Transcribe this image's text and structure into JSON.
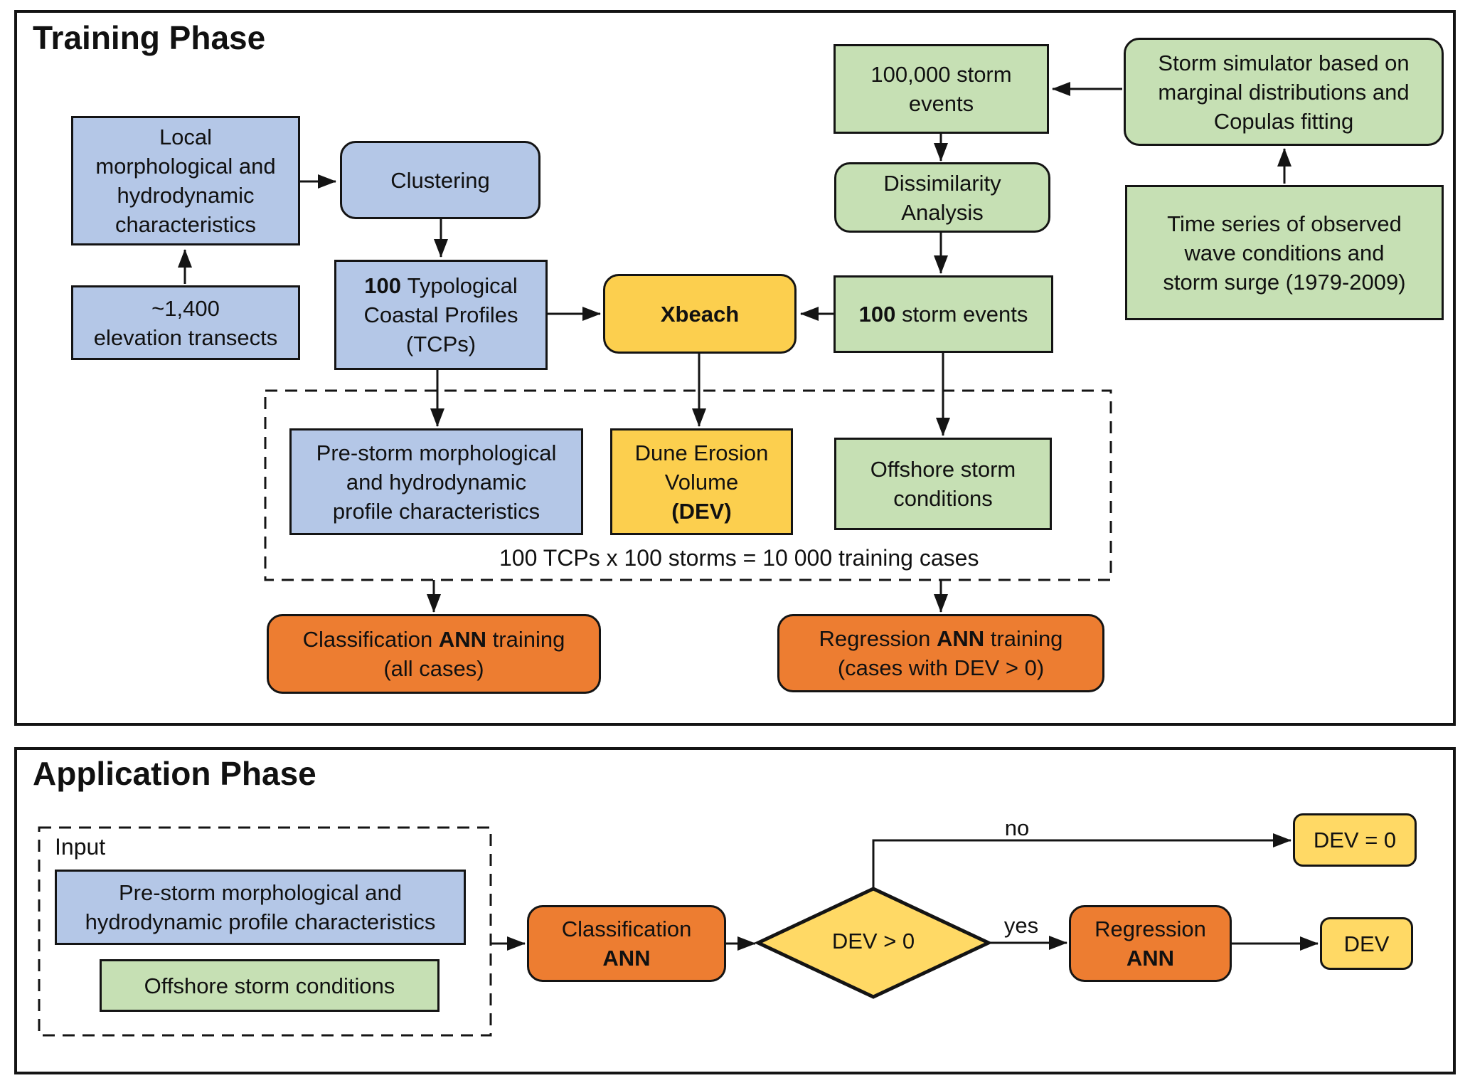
{
  "colors": {
    "blue": "#b4c7e7",
    "green": "#c6e0b4",
    "gold": "#fccf4e",
    "light_gold": "#ffd965",
    "orange": "#ed7d31"
  },
  "training": {
    "title": "Training Phase",
    "caption": "100 TCPs x 100 storms = 10 000 training cases",
    "local": [
      "Local",
      "morphological and",
      "hydrodynamic",
      "characteristics"
    ],
    "transects": [
      "~1,400",
      "elevation transects"
    ],
    "clustering": [
      "Clustering"
    ],
    "tcps": [
      [
        {
          "t": "100 ",
          "b": true
        },
        {
          "t": "Typological"
        }
      ],
      "Coastal Profiles",
      "(TCPs)"
    ],
    "xbeach": [
      [
        {
          "t": "Xbeach",
          "b": true
        }
      ]
    ],
    "storm_100k": [
      "100,000 storm",
      "events"
    ],
    "dissimilarity": [
      "Dissimilarity",
      "Analysis"
    ],
    "storm_100": [
      [
        {
          "t": "100 ",
          "b": true
        },
        {
          "t": "storm events"
        }
      ]
    ],
    "simulator": [
      "Storm simulator based on",
      "marginal distributions and",
      "Copulas fitting"
    ],
    "timeseries": [
      "Time series of observed",
      "wave conditions and",
      "storm surge (1979-2009)"
    ],
    "prestorm": [
      "Pre-storm morphological",
      "and hydrodynamic",
      "profile characteristics"
    ],
    "dune_erosion": [
      "Dune Erosion",
      "Volume",
      [
        {
          "t": "(DEV)",
          "b": true
        }
      ]
    ],
    "offshore": [
      "Offshore storm",
      "conditions"
    ],
    "classification_training": [
      [
        {
          "t": "Classification "
        },
        {
          "t": "ANN",
          "b": true
        },
        {
          "t": " training"
        }
      ],
      "(all cases)"
    ],
    "regression_training": [
      [
        {
          "t": "Regression "
        },
        {
          "t": "ANN",
          "b": true
        },
        {
          "t": " training"
        }
      ],
      "(cases with DEV > 0)"
    ]
  },
  "application": {
    "title": "Application Phase",
    "input_label": "Input",
    "prestorm": [
      "Pre-storm morphological and",
      "hydrodynamic profile characteristics"
    ],
    "offshore": [
      "Offshore storm conditions"
    ],
    "classification": [
      "Classification",
      [
        {
          "t": "ANN",
          "b": true
        }
      ]
    ],
    "decision": "DEV > 0",
    "regression": [
      "Regression",
      [
        {
          "t": "ANN",
          "b": true
        }
      ]
    ],
    "dev_zero": "DEV = 0",
    "dev": "DEV",
    "branch_no": "no",
    "branch_yes": "yes"
  }
}
